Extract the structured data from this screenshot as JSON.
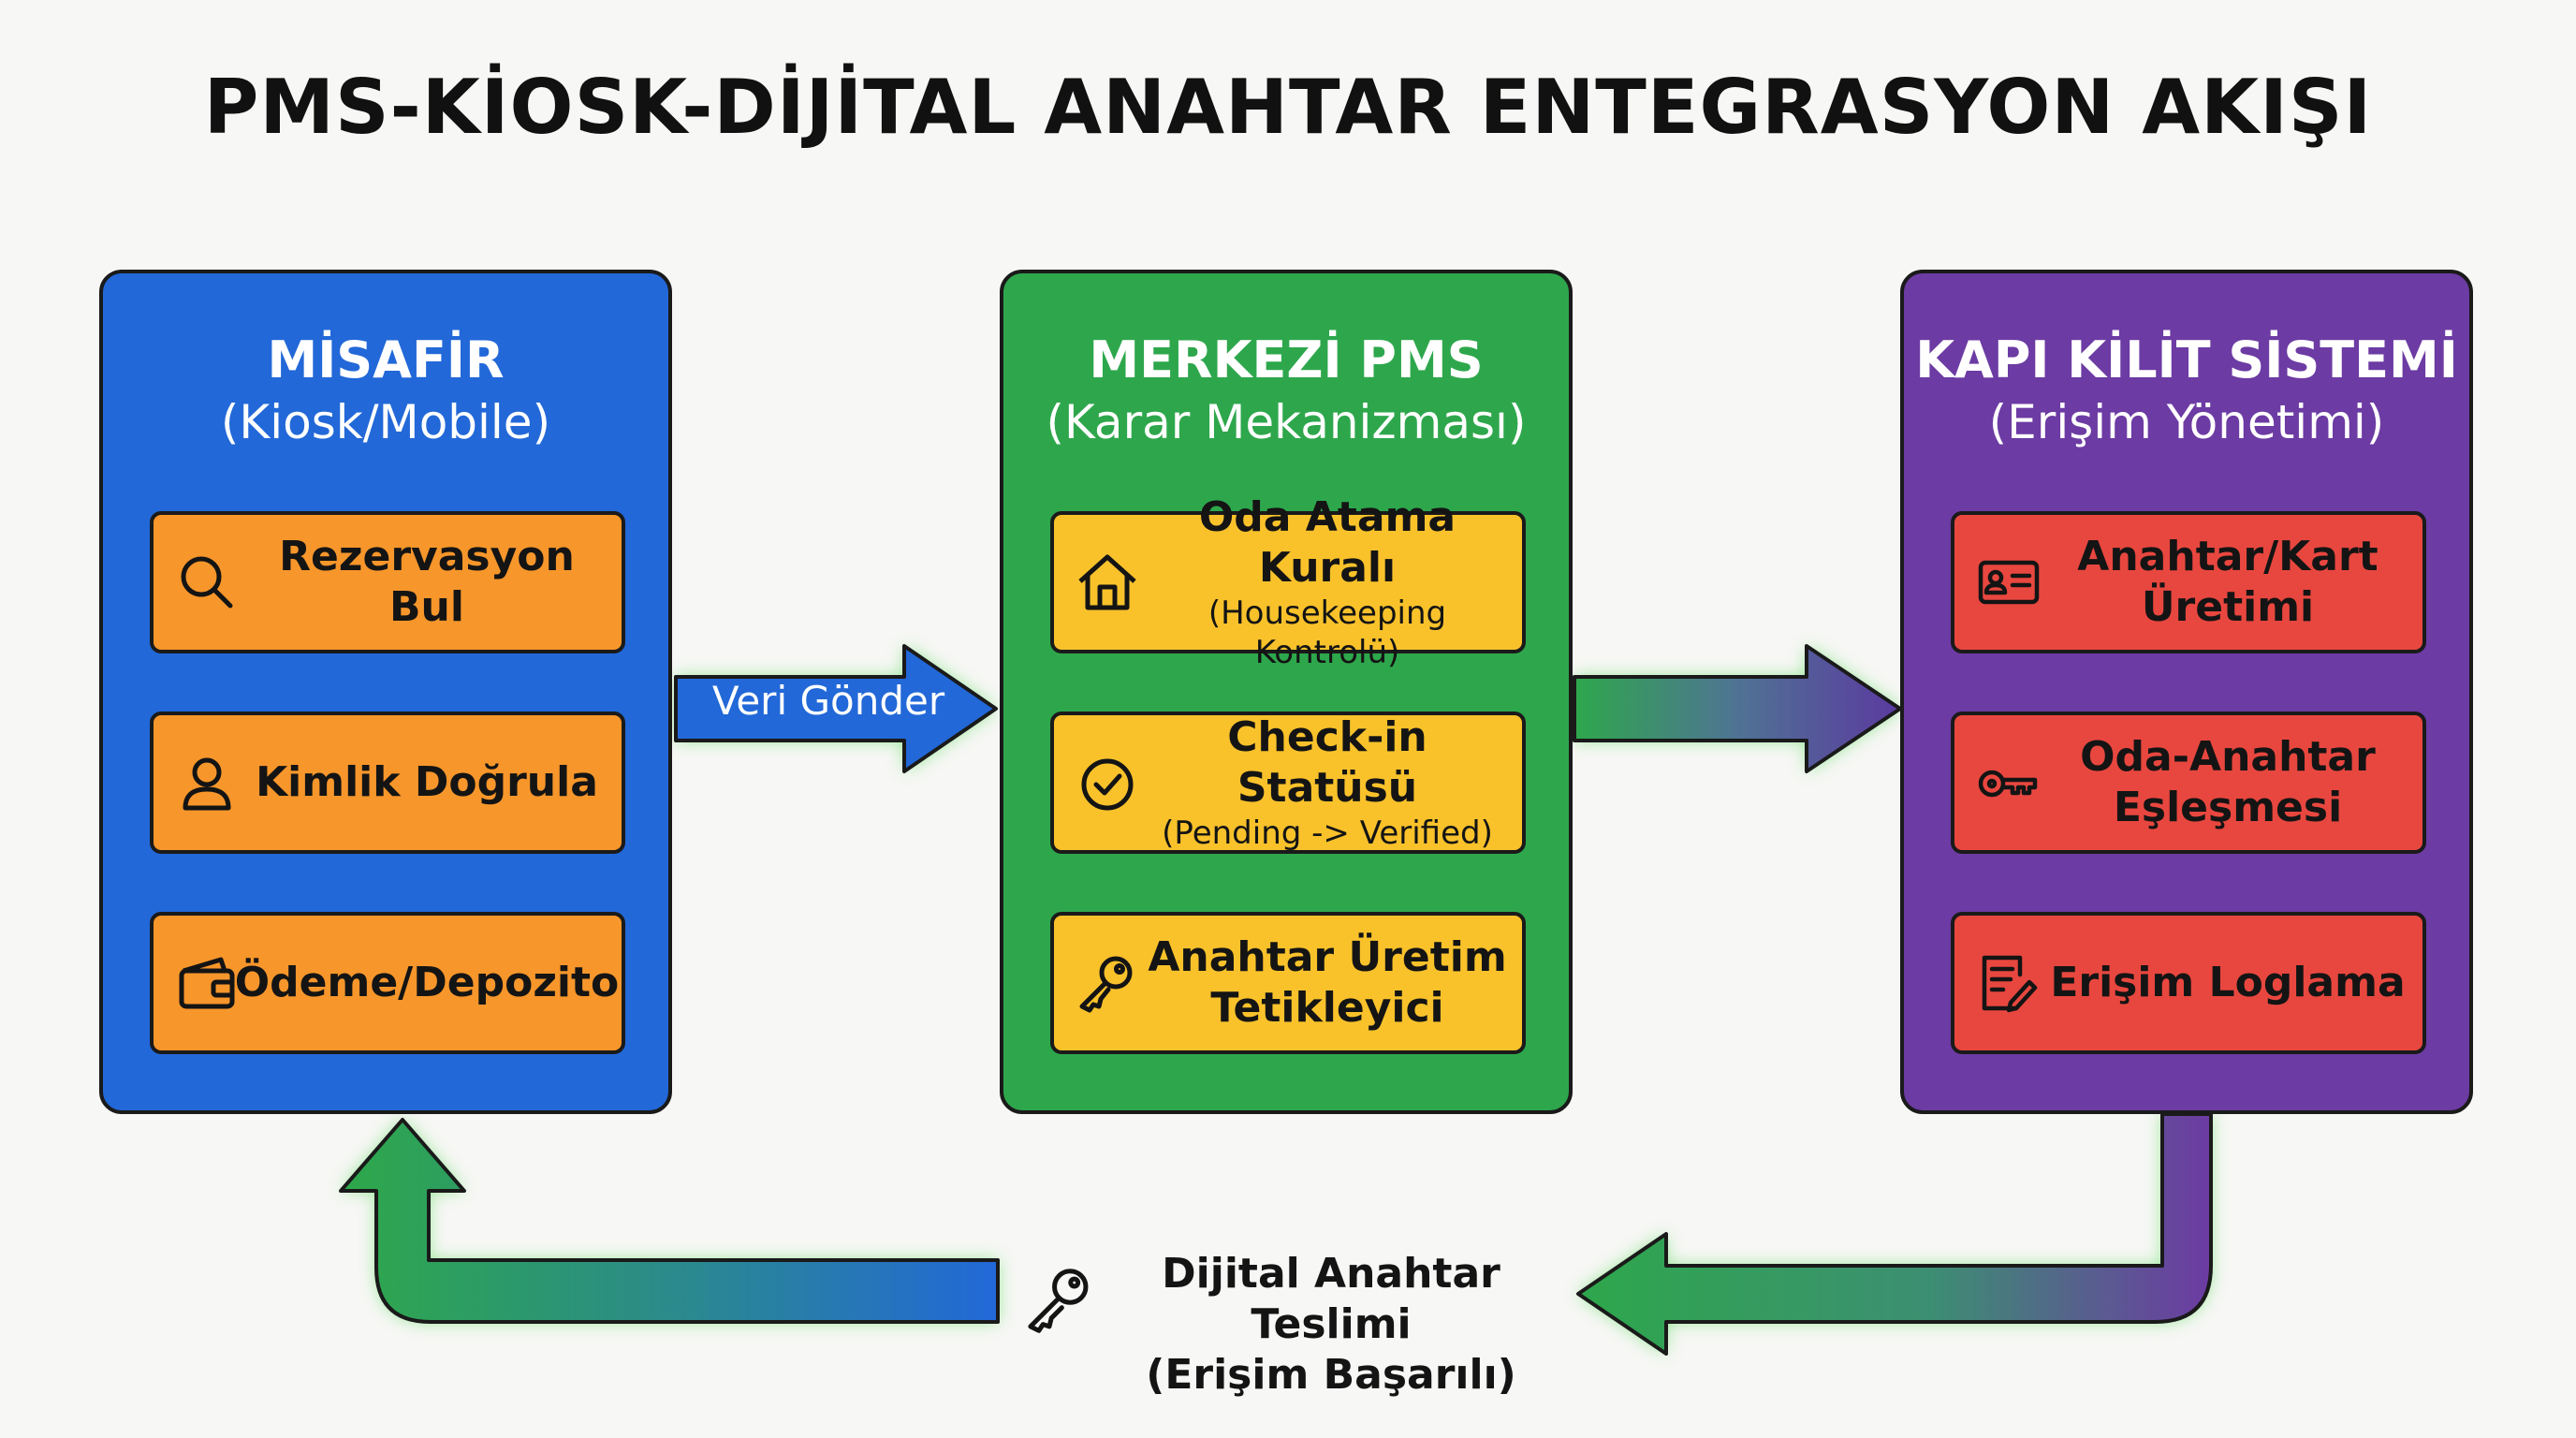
{
  "title": "PMS-KİOSK-DİJİTAL ANAHTAR ENTEGRASYON AKIŞI",
  "colors": {
    "guest": "#2268d8",
    "pms": "#2ea74c",
    "lock": "#6c3ba3",
    "guest_card": "#f7962b",
    "pms_card": "#f9c22b",
    "lock_card": "#e8473f",
    "glow": "#5fd65f"
  },
  "panels": {
    "guest": {
      "title": "MİSAFİR",
      "subtitle": "(Kiosk/Mobile)",
      "items": [
        {
          "icon": "search-icon",
          "label": "Rezervasyon Bul"
        },
        {
          "icon": "user-icon",
          "label": "Kimlik Doğrula"
        },
        {
          "icon": "wallet-icon",
          "label": "Ödeme/Depozito"
        }
      ]
    },
    "pms": {
      "title": "MERKEZİ PMS",
      "subtitle": "(Karar Mekanizması)",
      "items": [
        {
          "icon": "house-icon",
          "label": "Oda Atama Kuralı",
          "sub": "(Housekeeping Kontrolü)"
        },
        {
          "icon": "check-circle-icon",
          "label": "Check-in Statüsü",
          "sub": "(Pending -> Verified)"
        },
        {
          "icon": "key-icon",
          "label": "Anahtar Üretim",
          "label2": "Tetikleyici"
        }
      ]
    },
    "lock": {
      "title": "KAPI KİLİT SİSTEMİ",
      "subtitle": "(Erişim Yönetimi)",
      "items": [
        {
          "icon": "id-card-icon",
          "label": "Anahtar/Kart",
          "label2": "Üretimi"
        },
        {
          "icon": "key-icon",
          "label": "Oda-Anahtar",
          "label2": "Eşleşmesi"
        },
        {
          "icon": "log-edit-icon",
          "label": "Erişim Loglama"
        }
      ]
    }
  },
  "arrows": {
    "guest_to_pms_label": "Veri Gönder",
    "return_label_1": "Dijital Anahtar Teslimi",
    "return_label_2": "(Erişim Başarılı)"
  }
}
